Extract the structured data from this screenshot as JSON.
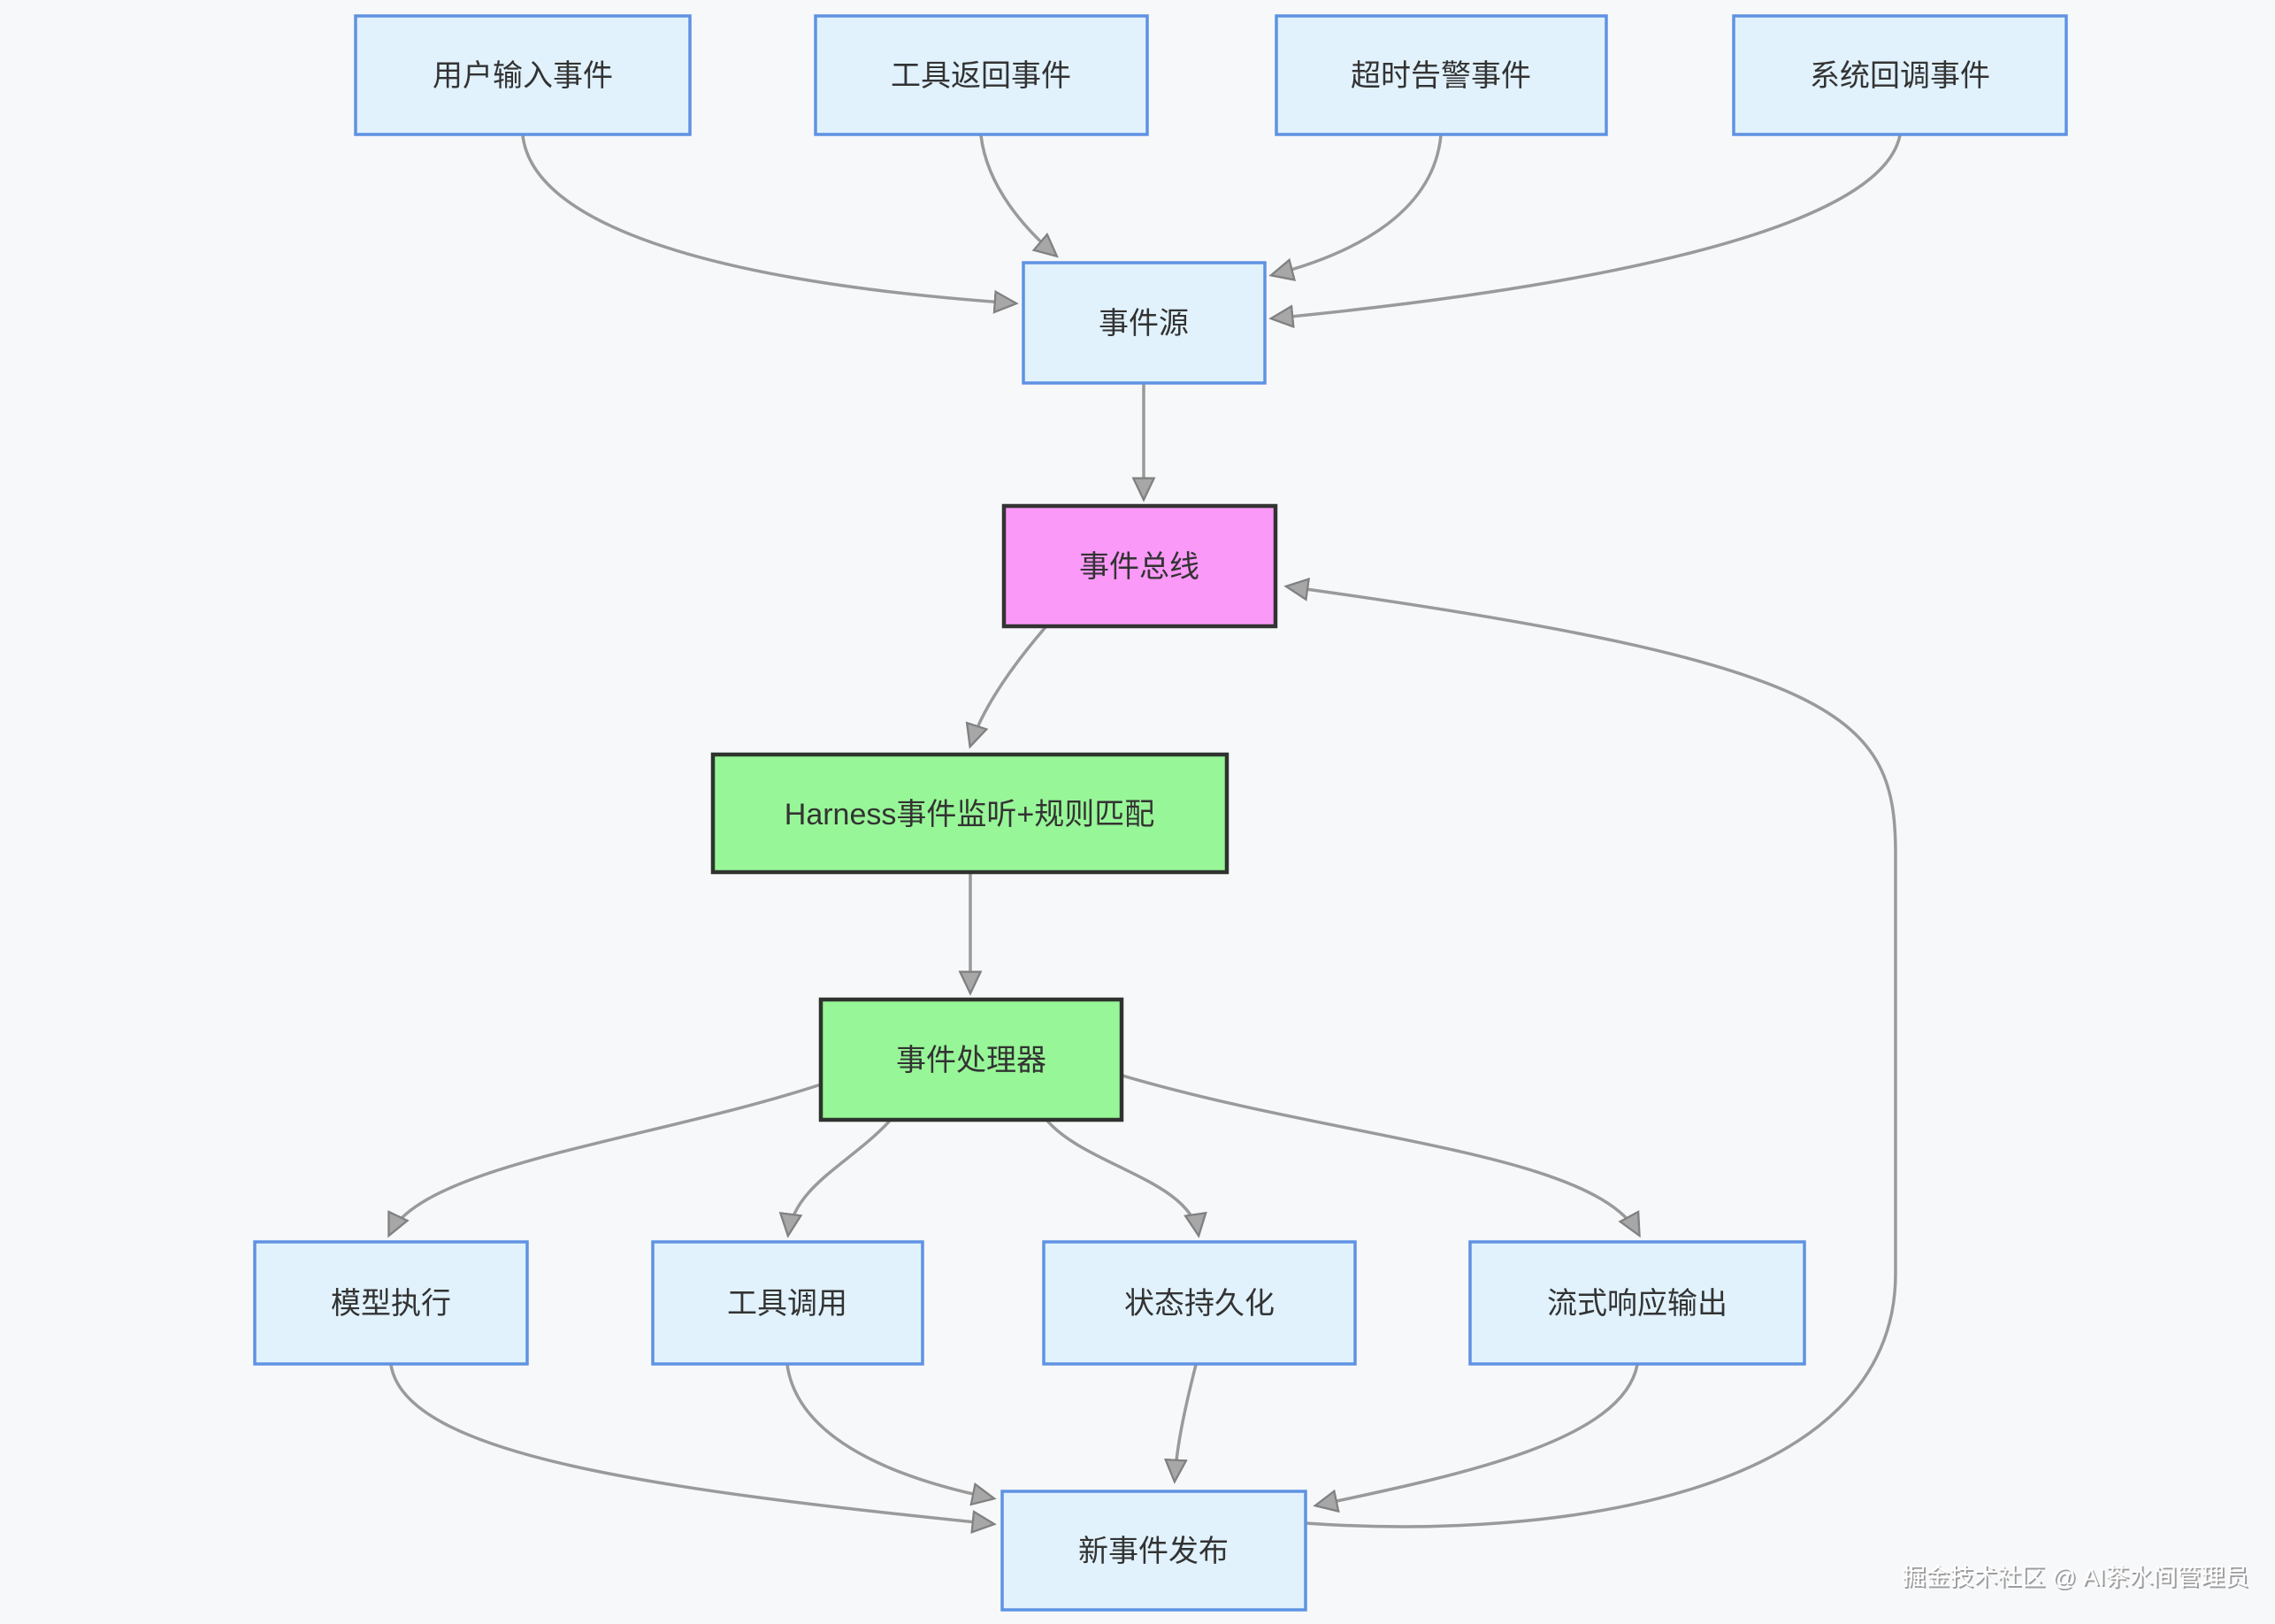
{
  "diagram": {
    "background": "#f7f8fa",
    "colors": {
      "node_blue_fill": "#e1f2fd",
      "node_blue_border": "#5f92e2",
      "node_pink_fill": "#fa99f7",
      "node_green_fill": "#97f697",
      "node_dark_border": "#333333",
      "edge_line": "#9a9a9a",
      "label_text": "#333333",
      "watermark_text": "#ffffff"
    },
    "nodes": [
      {
        "id": "user-input-event",
        "label": "用户输入事件",
        "type": "blue"
      },
      {
        "id": "tool-return-event",
        "label": "工具返回事件",
        "type": "blue"
      },
      {
        "id": "timeout-alert-event",
        "label": "超时告警事件",
        "type": "blue"
      },
      {
        "id": "system-callback-event",
        "label": "系统回调事件",
        "type": "blue"
      },
      {
        "id": "event-source",
        "label": "事件源",
        "type": "blue"
      },
      {
        "id": "event-bus",
        "label": "事件总线",
        "type": "pink"
      },
      {
        "id": "harness-listener",
        "label": "Harness事件监听+规则匹配",
        "type": "green"
      },
      {
        "id": "event-processor",
        "label": "事件处理器",
        "type": "green"
      },
      {
        "id": "model-execution",
        "label": "模型执行",
        "type": "blue"
      },
      {
        "id": "tool-invocation",
        "label": "工具调用",
        "type": "blue"
      },
      {
        "id": "state-persistence",
        "label": "状态持久化",
        "type": "blue"
      },
      {
        "id": "stream-response-output",
        "label": "流式响应输出",
        "type": "blue"
      },
      {
        "id": "new-event-publish",
        "label": "新事件发布",
        "type": "blue"
      }
    ],
    "edges": [
      {
        "from": "user-input-event",
        "to": "event-source"
      },
      {
        "from": "tool-return-event",
        "to": "event-source"
      },
      {
        "from": "timeout-alert-event",
        "to": "event-source"
      },
      {
        "from": "system-callback-event",
        "to": "event-source"
      },
      {
        "from": "event-source",
        "to": "event-bus"
      },
      {
        "from": "event-bus",
        "to": "harness-listener"
      },
      {
        "from": "harness-listener",
        "to": "event-processor"
      },
      {
        "from": "event-processor",
        "to": "model-execution"
      },
      {
        "from": "event-processor",
        "to": "tool-invocation"
      },
      {
        "from": "event-processor",
        "to": "state-persistence"
      },
      {
        "from": "event-processor",
        "to": "stream-response-output"
      },
      {
        "from": "model-execution",
        "to": "new-event-publish"
      },
      {
        "from": "tool-invocation",
        "to": "new-event-publish"
      },
      {
        "from": "state-persistence",
        "to": "new-event-publish"
      },
      {
        "from": "stream-response-output",
        "to": "new-event-publish"
      },
      {
        "from": "new-event-publish",
        "to": "event-bus"
      }
    ],
    "watermark": "掘金技术社区 @ AI茶水间管理员"
  }
}
